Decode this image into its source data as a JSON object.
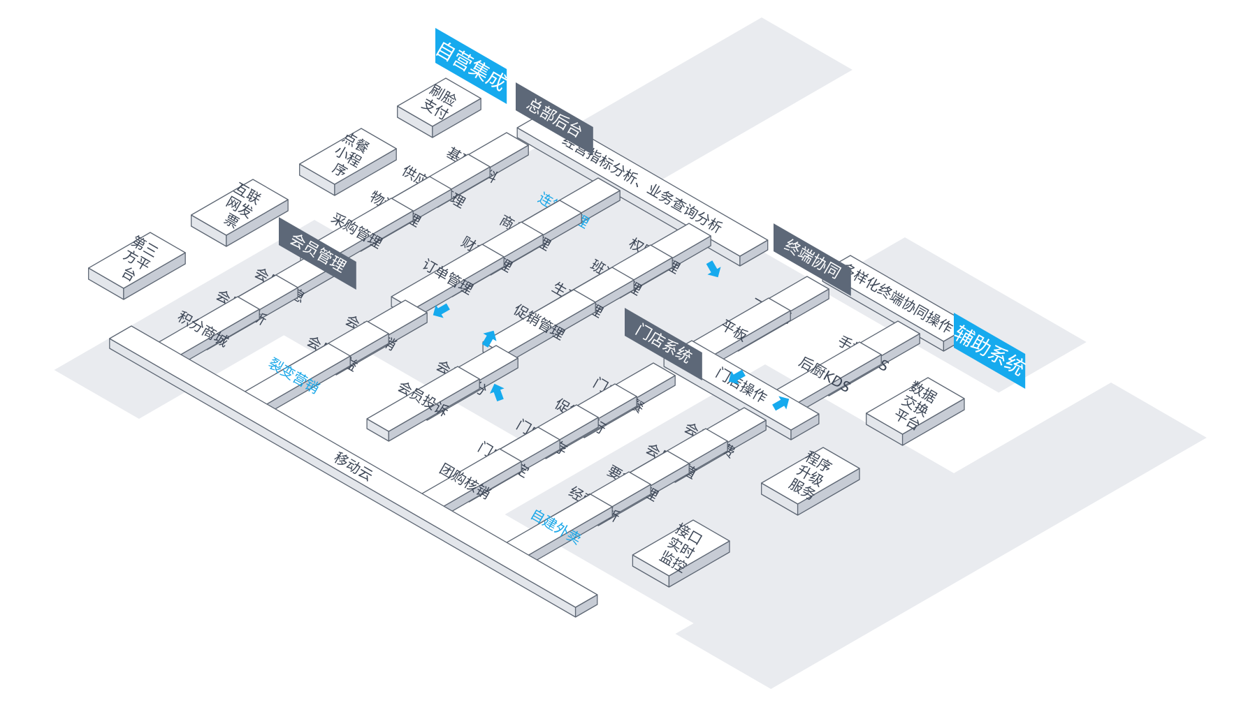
{
  "colors": {
    "accent_blue": "#16aaee",
    "dark_tag": "#5d6878",
    "platform": "#e9ebef",
    "box_top": "#ffffff",
    "box_stroke": "#5d6673",
    "highlight_text": "#1aa7e8",
    "body_text": "#3c4656"
  },
  "section_tags": {
    "self_integration": "自营集成",
    "hq_backend": "总部后台",
    "member_mgmt": "会员管理",
    "terminal_sync": "终端协同",
    "store_system": "门店系统",
    "aux_system": "辅助系统"
  },
  "self_integration": {
    "face_pay": [
      "刷脸",
      "支付"
    ],
    "mini_program": [
      "点餐",
      "小程",
      "序"
    ],
    "e_invoice": [
      "互联",
      "网发",
      "票"
    ],
    "third_party": [
      "第三",
      "方平",
      "台"
    ]
  },
  "hq_backend": {
    "analytics": "经营指标分析、业务查询分析",
    "base_data": "基础资料",
    "supply_chain": "供应链管理",
    "chain_mgmt": "连锁管理",
    "logistics": "物流管理",
    "goods": "商品管理",
    "permission": "权限管理",
    "purchase": "采购管理",
    "finance": "财务管理",
    "shift": "班次管理",
    "order": "订单管理",
    "production": "生产管理",
    "promotion": "促销管理"
  },
  "member_mgmt": {
    "info": "会员信息",
    "analysis": "会员分析",
    "marketing": "会员营销",
    "points_mall": "积分商城",
    "rights": "会员权益",
    "points": "会员积分",
    "fission": "裂变营销",
    "complaint": "会员投诉"
  },
  "terminal_sync": {
    "multi": "多样化终端协同操作",
    "all_in_one": "一体机",
    "tablet": "平板",
    "handheld": "手持POS",
    "kds": "后厨KDS"
  },
  "store_system": {
    "operation": "门店操作",
    "ordering": "门店点餐",
    "promo_exec": "促销执行",
    "consume": "会员消费",
    "inventory": "门店库存",
    "stored_value": "会员储值",
    "reservation": "门店预定",
    "requisition": "要货管理",
    "group_buy": "团购核销",
    "biz_analysis": "经营分析",
    "delivery": "自建外卖"
  },
  "mobile_cloud": "移动云",
  "aux_system": {
    "data_exchange": [
      "数据",
      "交换",
      "平台"
    ],
    "upgrade": [
      "程序",
      "升级",
      "服务"
    ],
    "monitor": [
      "接口",
      "实时",
      "监控"
    ]
  }
}
